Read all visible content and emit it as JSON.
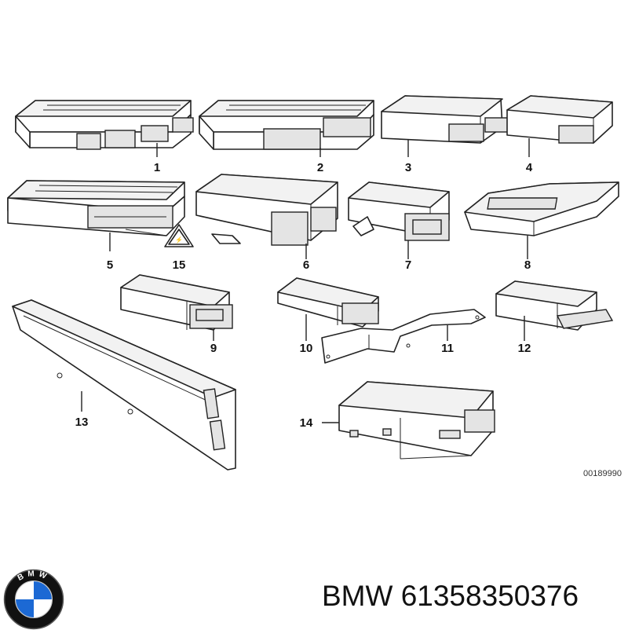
{
  "diagram": {
    "labels": {
      "p1": "1",
      "p2": "2",
      "p3": "3",
      "p4": "4",
      "p5": "5",
      "p6": "6",
      "p7": "7",
      "p8": "8",
      "p9": "9",
      "p10": "10",
      "p11": "11",
      "p12": "12",
      "p13": "13",
      "p14": "14",
      "p15": "15"
    },
    "reference_code": "00189990"
  },
  "brand": {
    "logo_letters": "BMW",
    "caption": "BMW 61358350376"
  },
  "colors": {
    "ink": "#222222",
    "logo_blue": "#1c69d4",
    "logo_ring": "#111111"
  }
}
